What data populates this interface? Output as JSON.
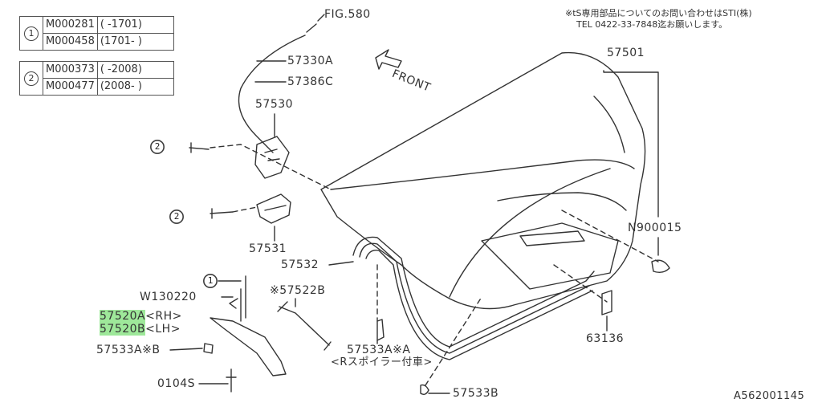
{
  "tables": [
    {
      "index": "1",
      "rows": [
        {
          "code": "M000281",
          "range": "(  -1701)"
        },
        {
          "code": "M000458",
          "range": "(1701-  )"
        }
      ]
    },
    {
      "index": "2",
      "rows": [
        {
          "code": "M000373",
          "range": "(  -2008)"
        },
        {
          "code": "M000477",
          "range": "(2008-  )"
        }
      ]
    }
  ],
  "notes": {
    "sti_line1": "※tS専用部品についてのお問い合わせはSTI(株)",
    "sti_line2": "TEL 0422-33-7848迄お願いします。"
  },
  "labels": {
    "fig": "FIG.580",
    "front": "FRONT",
    "p57330a": "57330A",
    "p57386c": "57386C",
    "p57530": "57530",
    "p57531": "57531",
    "p57501": "57501",
    "n900015": "N900015",
    "p57532": "57532",
    "w130220": "W130220",
    "p57522b": "※57522B",
    "p57520a": "57520A",
    "p57520a_side": "<RH>",
    "p57520b": "57520B",
    "p57520b_side": "<LH>",
    "p57533ab": "57533A※B",
    "p57533aa": "57533A※A",
    "spoiler": "<Rスポイラー付車>",
    "p63136": "63136",
    "p0104s": "0104S",
    "p57533b": "57533B",
    "ref": "A562001145",
    "circ1": "1",
    "circ2": "2"
  },
  "colors": {
    "highlight": "#9ee89a",
    "line": "#333333"
  }
}
